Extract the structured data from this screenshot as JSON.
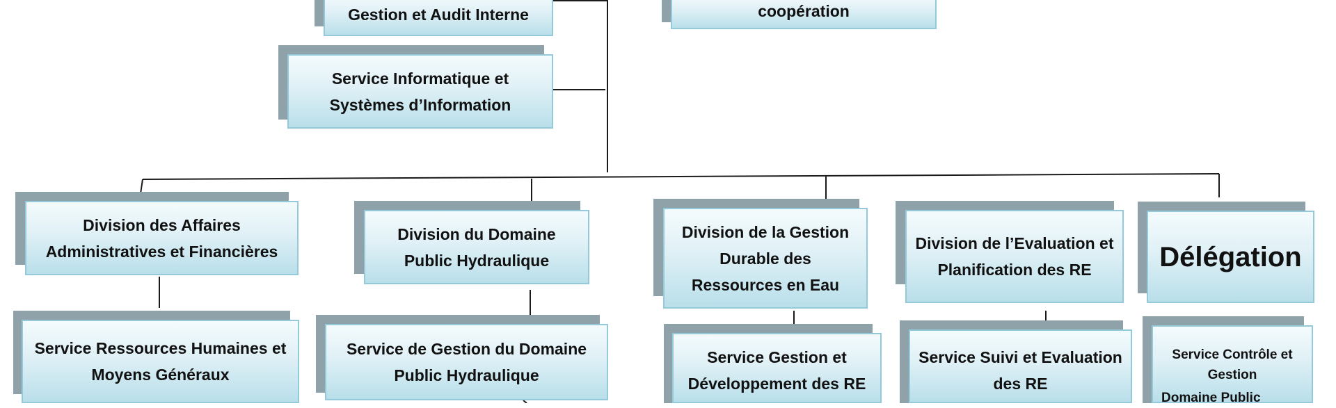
{
  "boxes": {
    "gestion_audit": "Gestion et Audit Interne",
    "cooperation": "coopération",
    "service_informatique": "Service Informatique et Systèmes d’Information",
    "div_affaires": "Division des Affaires Administratives et Financières",
    "div_domaine": "Division du Domaine Public Hydraulique",
    "div_gestion_durable": "Division de la Gestion Durable des Ressources en Eau",
    "div_evaluation": "Division de l’Evaluation et Planification des RE",
    "delegation": "Délégation",
    "svc_rh": "Service Ressources Humaines et Moyens Généraux",
    "svc_domaine": "Service de Gestion du Domaine Public Hydraulique",
    "svc_gestion_dev": "Service Gestion et Développement des RE",
    "svc_suivi": "Service Suivi et Evaluation des RE",
    "svc_controle": "Service Contrôle et Gestion",
    "svc_controle_cont": "Domaine Public"
  },
  "colors": {
    "box_border": "#93c9d9",
    "box_fill_top": "#f4fbfd",
    "box_fill_bottom": "#b9dfea",
    "shadow": "#8fa2aa",
    "connector": "#1a1a1a"
  }
}
